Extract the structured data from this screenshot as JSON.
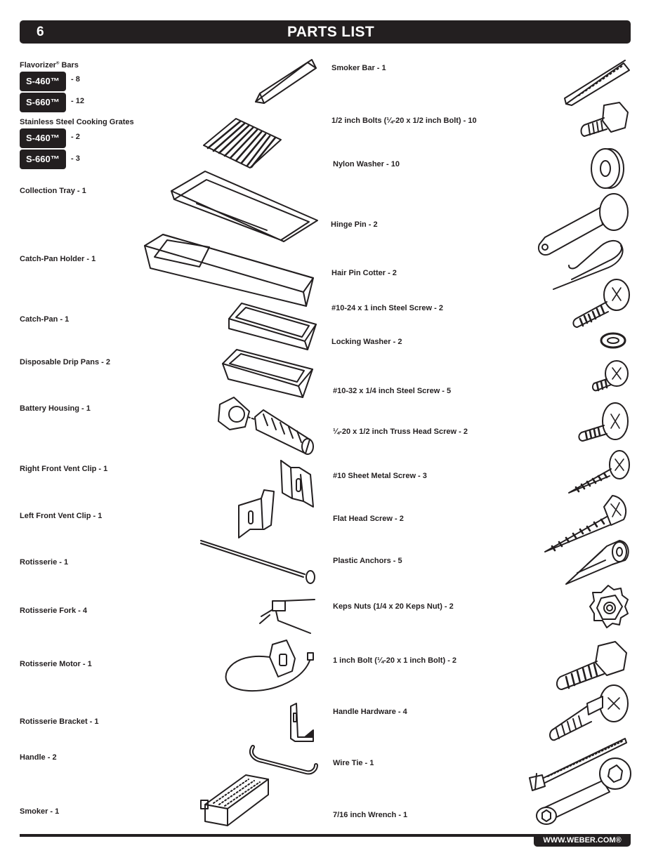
{
  "header": {
    "page_number": "6",
    "title": "PARTS LIST"
  },
  "left_parts": {
    "flavorizer": "Flavorizer",
    "flavorizer_reg": "®",
    "flavorizer_suffix": " Bars",
    "flav_s460": "S-460™",
    "flav_s460_qty": "- 8",
    "flav_s660": "S-660™",
    "flav_s660_qty": "- 12",
    "grates": "Stainless Steel Cooking Grates",
    "grate_s460": "S-460™",
    "grate_s460_qty": "- 2",
    "grate_s660": "S-660™",
    "grate_s660_qty": "- 3",
    "collection_tray": "Collection Tray - 1",
    "catch_pan_holder": "Catch-Pan Holder - 1",
    "catch_pan": "Catch-Pan - 1",
    "drip_pans": "Disposable Drip Pans - 2",
    "battery_housing": "Battery Housing - 1",
    "right_vent_clip": "Right Front Vent Clip - 1",
    "left_vent_clip": "Left Front Vent Clip - 1",
    "rotisserie": "Rotisserie - 1",
    "rotisserie_fork": "Rotisserie Fork - 4",
    "rotisserie_motor": "Rotisserie Motor - 1",
    "rotisserie_bracket": "Rotisserie Bracket - 1",
    "handle": "Handle - 2",
    "smoker": "Smoker - 1"
  },
  "right_parts": {
    "smoker_bar": "Smoker Bar - 1",
    "half_inch_bolts": "1/2 inch Bolts (¼-20 x 1/2 inch Bolt) - 10",
    "nylon_washer": "Nylon Washer - 10",
    "hinge_pin": "Hinge Pin - 2",
    "hair_pin_cotter": "Hair Pin Cotter - 2",
    "steel_screw_1in": "#10-24 x 1 inch Steel Screw - 2",
    "locking_washer": "Locking Washer - 2",
    "steel_screw_quarter": "#10-32 x 1/4 inch Steel Screw - 5",
    "truss_head_screw": "¼-20 x 1/2 inch Truss Head Screw - 2",
    "sheet_metal_screw": "#10 Sheet Metal Screw - 3",
    "flat_head_screw": "Flat Head Screw - 2",
    "plastic_anchors": "Plastic Anchors - 5",
    "keps_nuts": "Keps Nuts (1/4 x 20 Keps Nut) - 2",
    "one_inch_bolt": "1 inch Bolt (¼-20 x 1 inch Bolt) - 2",
    "handle_hardware": "Handle Hardware - 4",
    "wire_tie": "Wire Tie - 1",
    "wrench": "7/16 inch Wrench - 1"
  },
  "footer": {
    "url": "WWW.WEBER.COM®"
  }
}
